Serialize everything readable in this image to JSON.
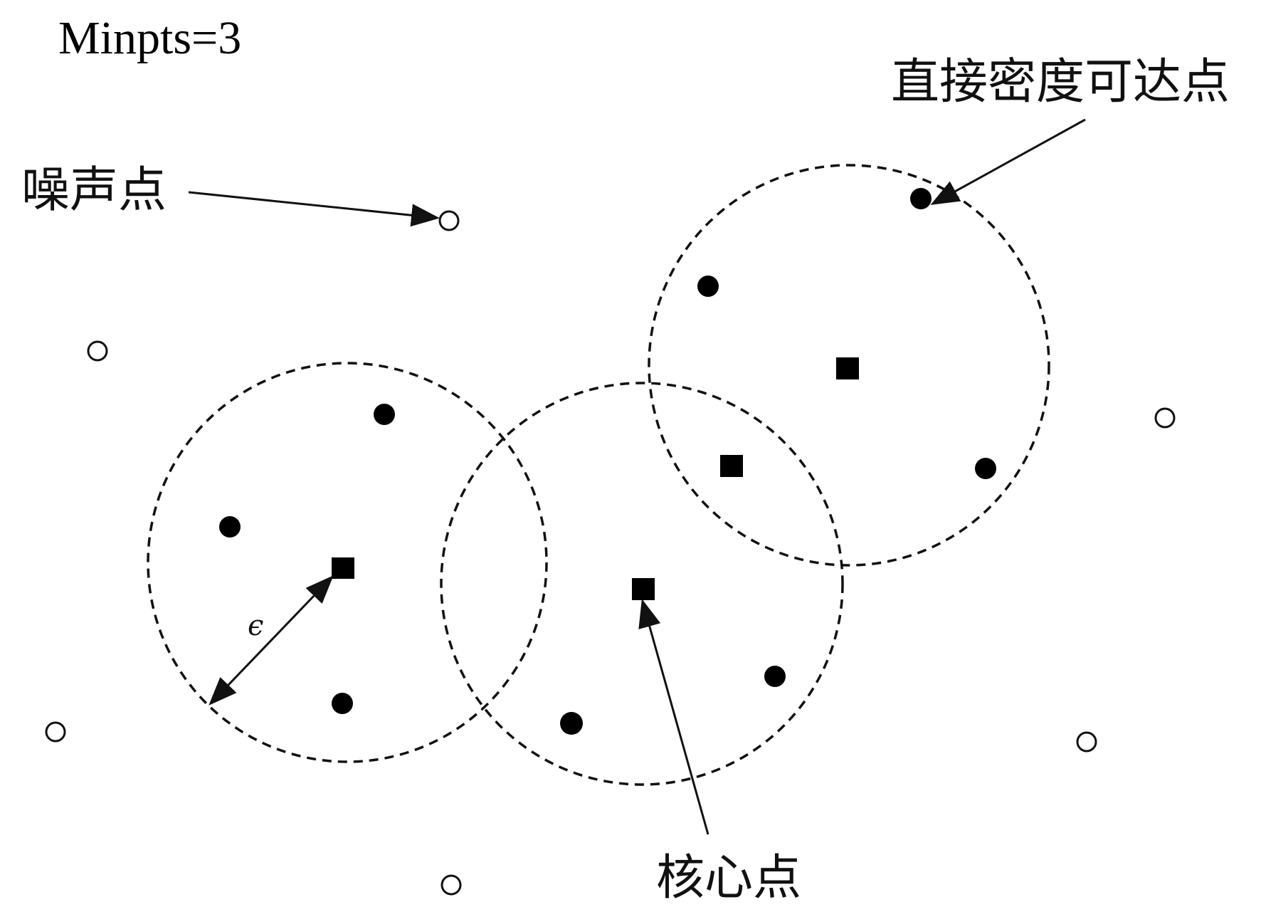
{
  "title": "Minpts=3",
  "labels": {
    "noise": "噪声点",
    "direct_density_reachable": "直接密度可达点",
    "core": "核心点",
    "epsilon": "ϵ"
  },
  "colors": {
    "ink": "#000000",
    "background": "#ffffff"
  },
  "point_types": {
    "core": "filled-square",
    "border": "filled-circle",
    "noise": "hollow-circle"
  }
}
